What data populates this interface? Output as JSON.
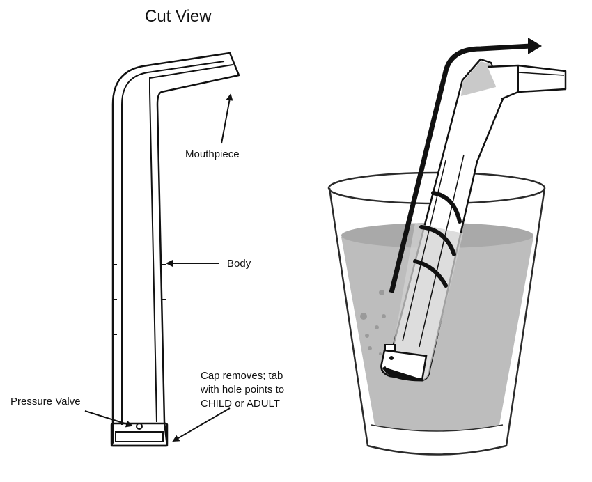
{
  "title": "Cut View",
  "labels": {
    "mouthpiece": "Mouthpiece",
    "body": "Body",
    "pressure_valve": "Pressure Valve",
    "cap_lines": [
      "Cap removes; tab",
      "with hole points to",
      "CHILD or ADULT"
    ]
  },
  "colors": {
    "ink": "#111111",
    "water": "#bdbdbd",
    "water_surface": "#a9a9a9",
    "glass_outline": "#2b2b2b",
    "bubbles": "#9a9a9a"
  }
}
